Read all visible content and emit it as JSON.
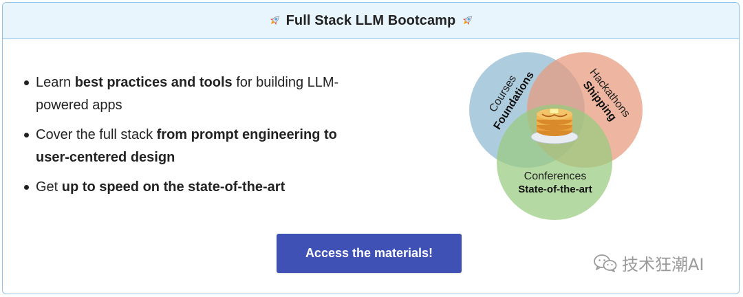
{
  "header": {
    "title": "Full Stack LLM Bootcamp",
    "left_icon": "rocket-icon",
    "right_icon": "rocket-icon"
  },
  "bullets": [
    {
      "pre": "Learn ",
      "bold": "best practices and tools",
      "post": " for building LLM-powered apps"
    },
    {
      "pre": "Cover the full stack ",
      "bold": "from prompt engineering to user-centered design",
      "post": ""
    },
    {
      "pre": "Get ",
      "bold": "up to speed on the state-of-the-art",
      "post": ""
    }
  ],
  "venn": {
    "courses": {
      "line1": "Courses",
      "line2": "Foundations",
      "color": "#8db9d0"
    },
    "hackathons": {
      "line1": "Hackathons",
      "line2": "Shipping",
      "color": "#e79a7c"
    },
    "conferences": {
      "line1": "Conferences",
      "line2": "State-of-the-art",
      "color": "#98ca7e"
    },
    "center_icon": "pancakes-icon"
  },
  "cta": {
    "label": "Access the materials!",
    "color": "#3f51b5"
  },
  "watermark": {
    "text": "技术狂潮AI",
    "icon": "wechat-icon"
  }
}
